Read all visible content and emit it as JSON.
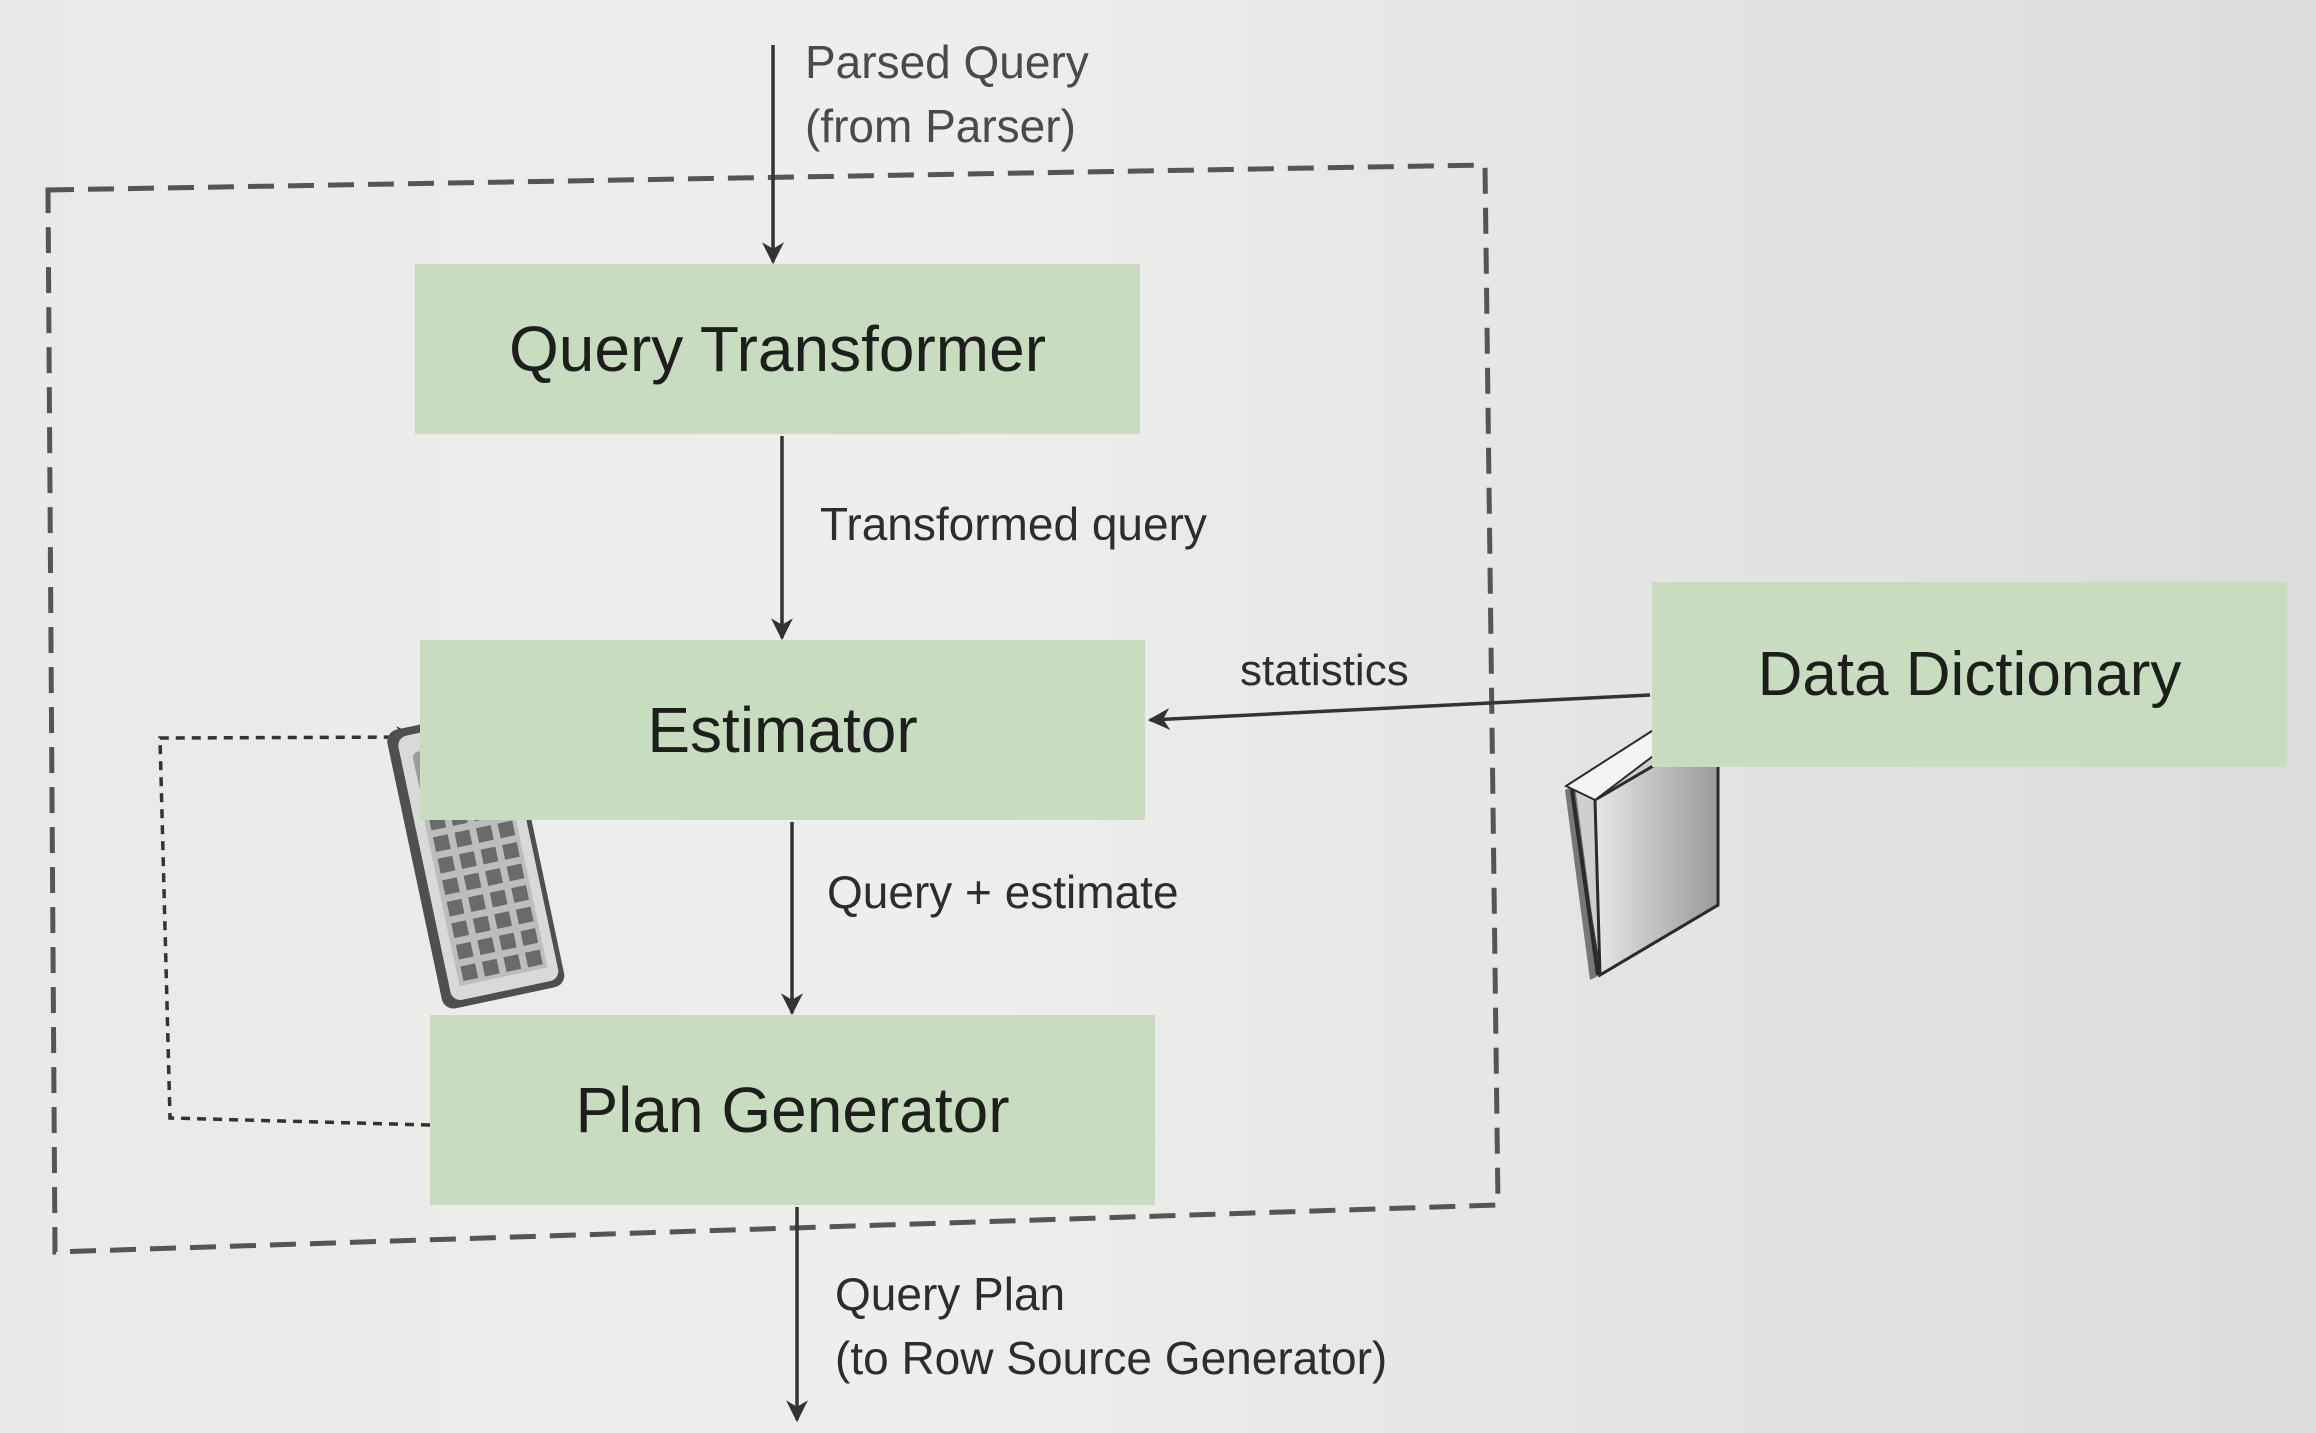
{
  "input": {
    "line1": "Parsed Query",
    "line2": "(from Parser)"
  },
  "components": {
    "query_transformer": "Query Transformer",
    "estimator": "Estimator",
    "plan_generator": "Plan Generator",
    "data_dictionary": "Data Dictionary"
  },
  "flows": {
    "transformed": "Transformed query",
    "statistics": "statistics",
    "query_estimate": "Query + estimate"
  },
  "output": {
    "line1": "Query Plan",
    "line2": "(to Row Source Generator)"
  },
  "icons": [
    "calculator-icon",
    "book-icon"
  ],
  "colors": {
    "box_fill": "#c8dcbf",
    "arrow": "#333333",
    "dashed_border": "#555555"
  }
}
